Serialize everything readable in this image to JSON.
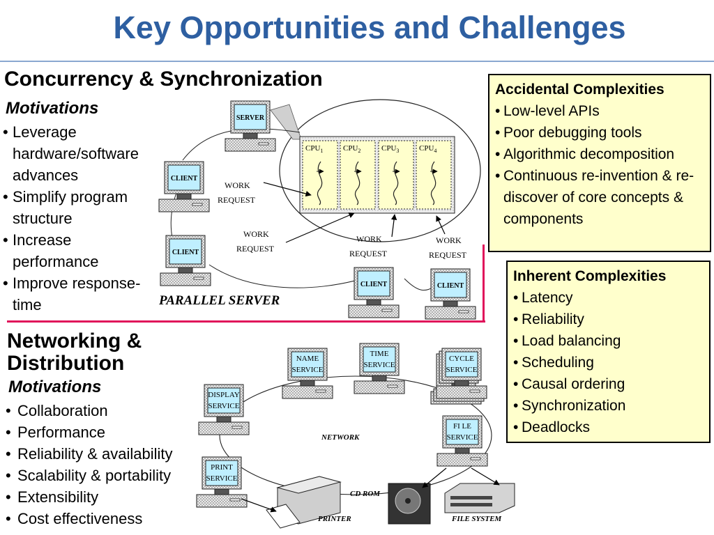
{
  "title": "Key Opportunities and Challenges",
  "concurrency": {
    "heading": "Concurrency & Synchronization",
    "motivations_label": "Motivations",
    "items": [
      "Leverage hardware/software advances",
      "Simplify program structure",
      "Increase performance",
      "Improve response-time"
    ]
  },
  "networking": {
    "heading_line1": "Networking &",
    "heading_line2": "Distribution",
    "motivations_label": "Motivations",
    "items": [
      "Collaboration",
      "Performance",
      "Reliability & availability",
      "Scalability & portability",
      "Extensibility",
      "Cost effectiveness"
    ]
  },
  "accidental": {
    "heading": "Accidental Complexities",
    "items": [
      "Low-level APIs",
      "Poor debugging tools",
      "Algorithmic decomposition",
      "Continuous re-invention & re-discover of core concepts & components"
    ]
  },
  "inherent": {
    "heading": "Inherent Complexities",
    "items": [
      "Latency",
      "Reliability",
      "Load balancing",
      "Scheduling",
      "Causal ordering",
      "Synchronization",
      "Deadlocks"
    ]
  },
  "parallel_diagram": {
    "caption": "PARALLEL  SERVER",
    "server_label": "SERVER",
    "client_label": "CLIENT",
    "work_label": "WORK",
    "request_label": "REQUEST",
    "cpu_label": "CPU",
    "cpu_subscripts": [
      "1",
      "2",
      "3",
      "4"
    ]
  },
  "network_diagram": {
    "network_label": "NETWORK",
    "service_label": "SERVICE",
    "services": [
      "NAME",
      "TIME",
      "CYCLE",
      "DISPLAY",
      "FI LE",
      "PRINT"
    ],
    "printer_label": "PRINTER",
    "cdrom_label": "CD ROM",
    "filesystem_label": "FILE  SYSTEM"
  },
  "colors": {
    "title": "#2e5fa1",
    "divider": "#e0105a",
    "box_fill": "#ffffcc",
    "screen": "#bfefff"
  }
}
